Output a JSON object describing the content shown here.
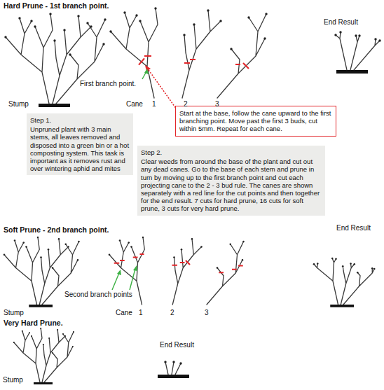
{
  "diagram": {
    "nodes": [
      {
        "text": [
          "Step 1.",
          "Unpruned plant with 3 main stems, all leaves removed and disposed into a green bin or a hot composting system. This task is important as it removes rust and over wintering aphid and mites"
        ]
      },
      {
        "text": [
          "Start at the base, follow the cane upward to the first branching point. Move past the first 3 buds, cut within 5mm. Repeat for each cane."
        ]
      },
      {
        "text": [
          "Step 2.",
          "Clear weeds from around the base of the plant and cut out any dead canes. Go to the base of each stem and prune in turn by moving up to the first branch point and cut each projecting cane to the 2 - 3 bud rule. The canes are shown separately with a red line for the cut points and then together for the end result. 7 cuts for hard prune, 16 cuts for soft prune, 3 cuts for very hard prune."
        ]
      }
    ],
    "labels": [
      "Hard Prune - 1st branch point.",
      "Stump",
      "First branch point.",
      "Cane",
      "1",
      "2",
      "3",
      "End Result",
      "Soft Prune - 2nd branch point.",
      "Stump",
      "Second branch points",
      "Cane",
      "1",
      "2",
      "3",
      "End Result",
      "Very Hard Prune.",
      "Stump",
      "End Result"
    ]
  }
}
